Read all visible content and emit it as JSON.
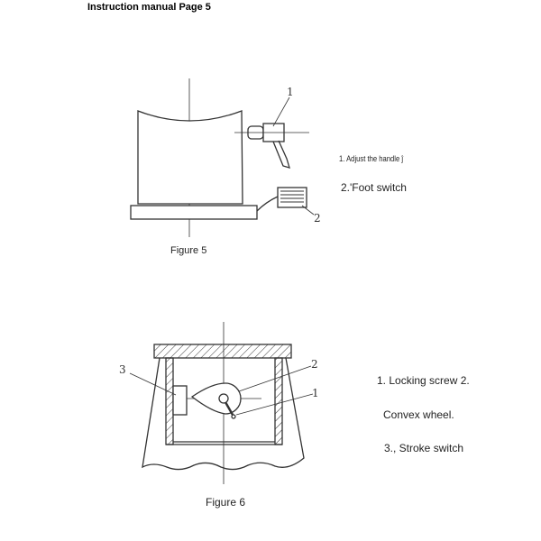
{
  "header": {
    "title": "Instruction manual Page 5"
  },
  "figure5": {
    "caption": "Figure 5",
    "callouts": [
      "1",
      "2"
    ],
    "legend": [
      "1. Adjust the handle ĵ",
      "2.'Foot switch"
    ]
  },
  "figure6": {
    "caption": "Figure 6",
    "callouts": [
      "1",
      "2",
      "3"
    ],
    "legend": [
      "1. Locking screw 2.",
      "Convex wheel.",
      "3., Stroke switch"
    ]
  }
}
